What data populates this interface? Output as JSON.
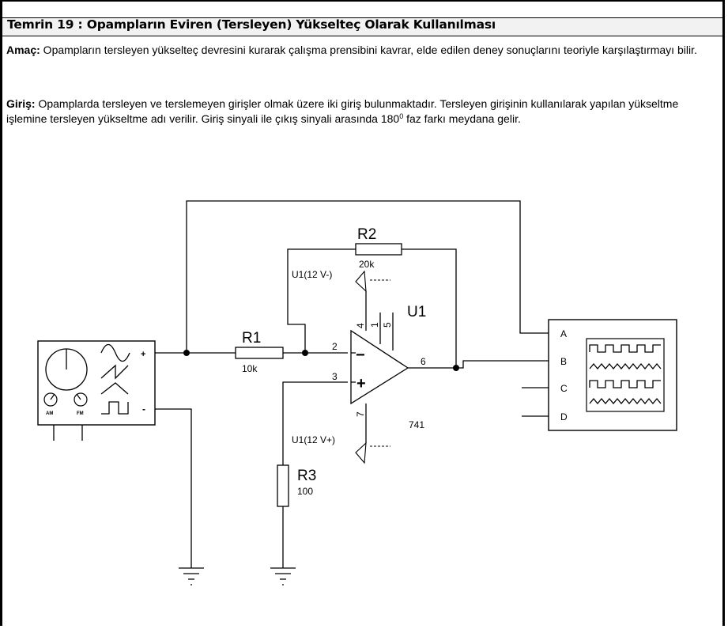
{
  "title": "Temrin 19 : Opampların Eviren (Tersleyen) Yükselteç Olarak Kullanılması",
  "amac": {
    "label": "Amaç:",
    "text": " Opampların tersleyen yükselteç devresini kurarak çalışma prensibini kavrar, elde edilen deney sonuçlarını teoriyle karşılaştırmayı bilir."
  },
  "giris": {
    "label": "Giriş:",
    "text": " Opamplarda tersleyen ve terslemeyen girişler olmak üzere iki giriş bulunmaktadır. Tersleyen girişinin kullanılarak yapılan yükseltme işlemine tersleyen yükseltme adı verilir. Giriş sinyali ile çıkış sinyali arasında 180",
    "sup": "0",
    "tail": " faz farkı meydana gelir."
  },
  "circuit": {
    "r1": {
      "name": "R1",
      "value": "10k"
    },
    "r2": {
      "name": "R2",
      "value": "20k"
    },
    "r3": {
      "name": "R3",
      "value": "100"
    },
    "opamp": {
      "name": "U1",
      "model": "741",
      "pin_inv": "2",
      "pin_noninv": "3",
      "pin_out": "6",
      "pin_vneg": "4",
      "pin_vpos": "7",
      "pin_1": "1",
      "pin_5": "5",
      "minus": "−",
      "plus": "+"
    },
    "supply_neg": "U1(12 V-)",
    "supply_pos": "U1(12 V+)",
    "generator": {
      "plus": "+",
      "minus": "-",
      "am": "AM",
      "fm": "FM"
    },
    "scope": {
      "channels": [
        "A",
        "B",
        "C",
        "D"
      ]
    }
  }
}
